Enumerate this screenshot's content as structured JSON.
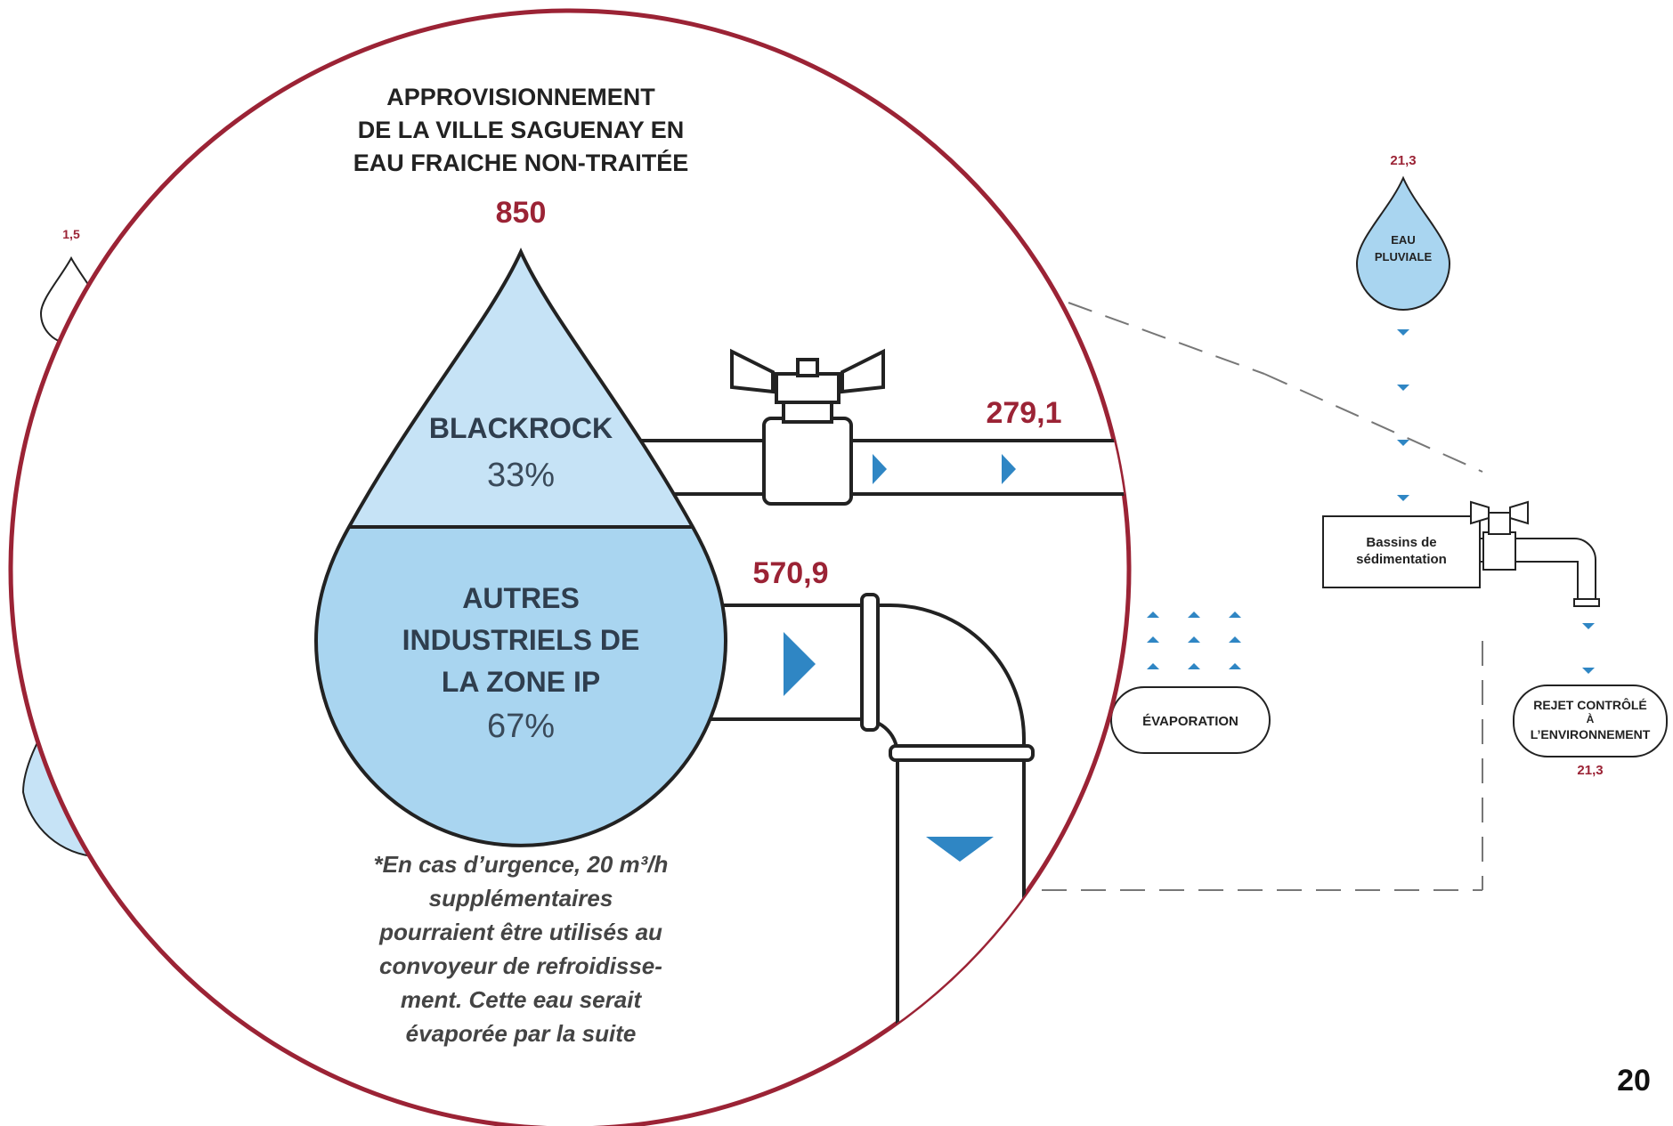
{
  "colors": {
    "accent_red": "#9b2335",
    "water_light": "#c6e3f6",
    "water_mid": "#a9d5f0",
    "arrow_blue": "#2f86c4",
    "stroke": "#222222",
    "dash": "#777777"
  },
  "magnifier": {
    "title_lines": [
      "APPROVISIONNEMENT",
      "DE LA VILLE SAGUENAY EN",
      "EAU FRAICHE NON-TRAITÉE"
    ],
    "total": "850",
    "segments": [
      {
        "label_lines": [
          "BLACKROCK"
        ],
        "percent": "33%",
        "value": 33,
        "flow": "279,1"
      },
      {
        "label_lines": [
          "AUTRES",
          "INDUSTRIELS DE",
          "LA ZONE IP"
        ],
        "percent": "67%",
        "value": 67,
        "flow": "570,9"
      }
    ],
    "footnote_lines": [
      "*En cas d’urgence, 20 m³/h",
      "supplémentaires",
      "pourraient être utilisés au",
      "convoyeur de refroidisse-",
      "ment. Cette eau serait",
      "évaporée par la suite"
    ]
  },
  "background": {
    "left_drop_value": "1,5",
    "rain": {
      "value": "21,3",
      "label_lines": [
        "EAU",
        "PLUVIALE"
      ]
    },
    "basin_lines": [
      "Bassins de",
      "sédimentation"
    ],
    "evaporation": "ÉVAPORATION",
    "discharge": {
      "label_lines": [
        "REJET CONTRÔLÉ",
        "À",
        "L’ENVIRONNEMENT"
      ],
      "value": "21,3"
    }
  },
  "page_number": "20"
}
